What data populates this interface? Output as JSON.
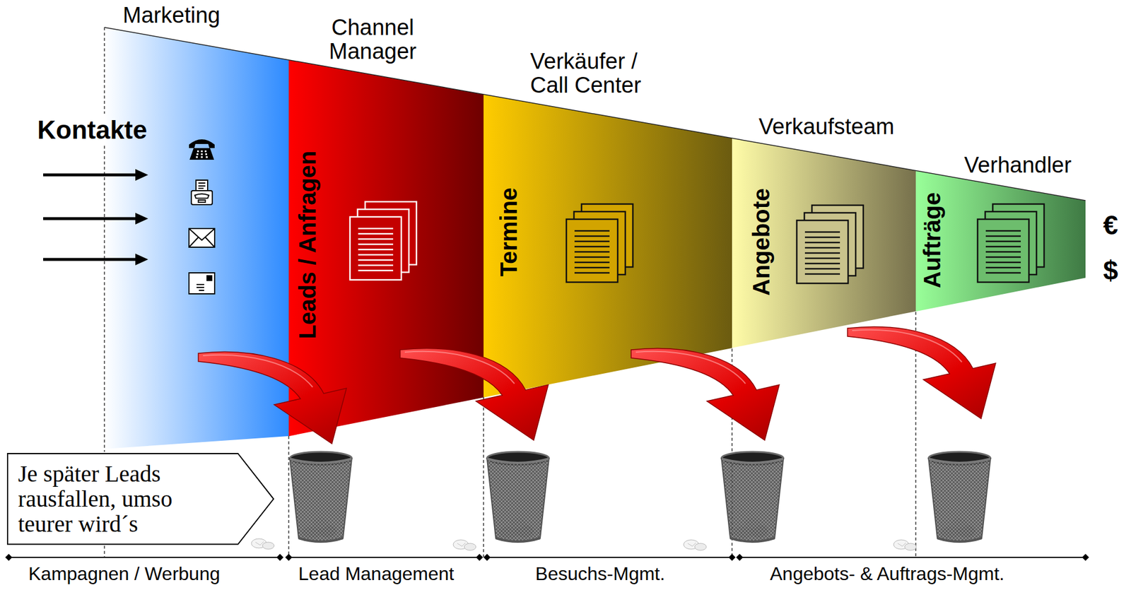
{
  "diagram": {
    "nodes": [
      {
        "text": [
          "Marketing"
        ]
      },
      {
        "text": [
          "Channel Manager",
          "Leads / Anfragen"
        ]
      },
      {
        "text": [
          "Verkäufer / Call Center",
          "Termine"
        ]
      },
      {
        "text": [
          "Verkaufsteam",
          "Angebote"
        ]
      },
      {
        "text": [
          "Verhandler",
          "Aufträge"
        ]
      },
      {
        "text": [
          "Je später Leads rausfallen, umso teurer wird´s"
        ]
      }
    ],
    "labels": [
      "Kontakte",
      "€",
      "$",
      "Kampagnen / Werbung",
      "Lead Management",
      "Besuchs-Mgmt.",
      "Angebots- & Auftrags-Mgmt."
    ]
  }
}
